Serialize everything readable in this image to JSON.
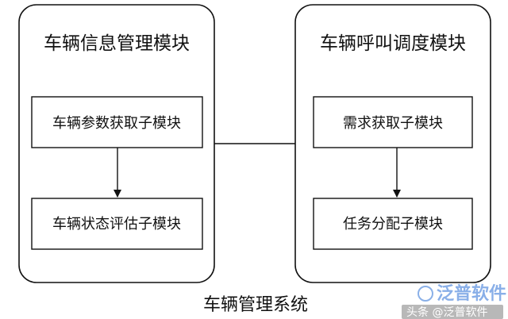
{
  "modules": {
    "left": {
      "title": "车辆信息管理模块",
      "submodules": [
        "车辆参数获取子模块",
        "车辆状态评估子模块"
      ]
    },
    "right": {
      "title": "车辆呼叫调度模块",
      "submodules": [
        "需求获取子模块",
        "任务分配子模块"
      ]
    }
  },
  "caption": "车辆管理系统",
  "watermark": {
    "brand": "泛普软件",
    "overlay": "头条 @泛普软件"
  }
}
